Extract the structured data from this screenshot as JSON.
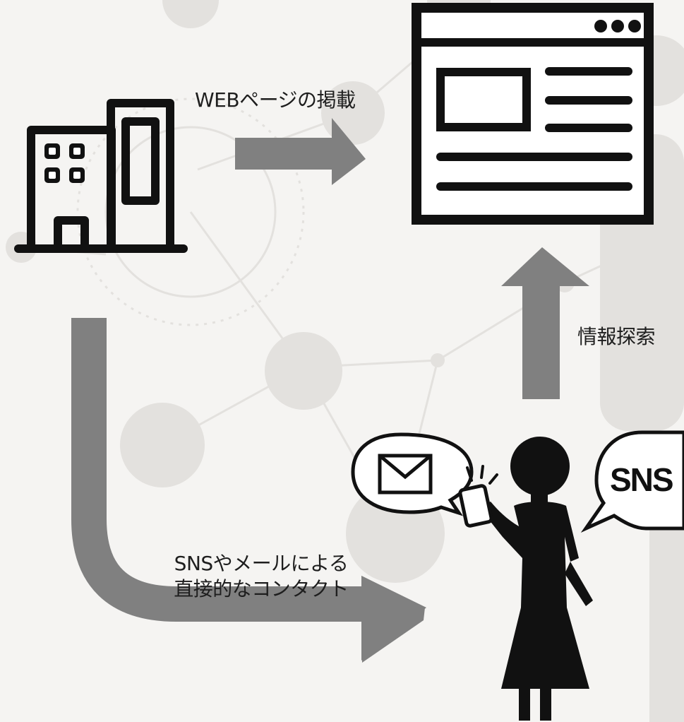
{
  "labels": {
    "web_publish": "WEBページの掲載",
    "info_search": "情報探索",
    "direct_contact_line1": "SNSやメールによる",
    "direct_contact_line2": "直接的なコンタクト"
  },
  "bubble_sns": {
    "text": "SNS"
  },
  "icons": [
    "office-building-icon",
    "browser-window-icon",
    "woman-with-smartphone-icon",
    "mail-envelope-icon",
    "sns-speech-bubble-icon"
  ],
  "colors": {
    "arrow": "#808080",
    "line": "#111111",
    "background": "#f5f4f2",
    "decoration": "#e3e1de"
  }
}
